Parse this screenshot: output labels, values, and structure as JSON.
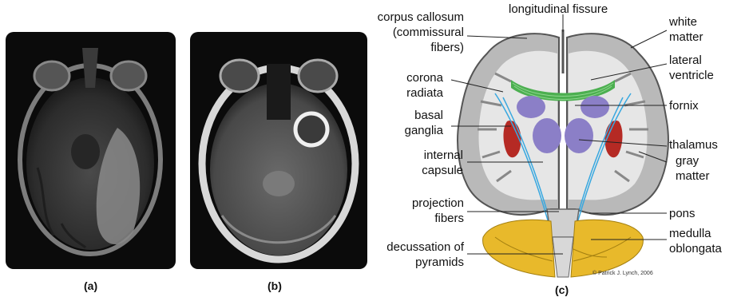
{
  "captions": {
    "a": "(a)",
    "b": "(b)",
    "c": "(c)"
  },
  "labels": {
    "corpus_callosum": [
      "corpus callosum",
      "(commissural",
      "fibers)"
    ],
    "longitudinal_fissure": "longitudinal fissure",
    "white_matter": [
      "white",
      "matter"
    ],
    "lateral_ventricle": [
      "lateral",
      "ventricle"
    ],
    "corona_radiata": [
      "corona",
      "radiata"
    ],
    "fornix": "fornix",
    "basal_ganglia": [
      "basal",
      "ganglia"
    ],
    "thalamus": "thalamus",
    "gray_matter": [
      "gray",
      "matter"
    ],
    "internal_capsule": [
      "internal",
      "capsule"
    ],
    "projection_fibers": [
      "projection",
      "fibers"
    ],
    "pons": "pons",
    "medulla_oblongata": [
      "medulla",
      "oblongata"
    ],
    "decussation_of_pyramids": [
      "decussation of",
      "pyramids"
    ]
  },
  "credit": "© Patrick J. Lynch, 2006",
  "colors": {
    "mri_bg": "#0b0b0b",
    "white_matter": "#e6e6e6",
    "gray_matter": "#b9b9b9",
    "corpus_callosum": "#4caf50",
    "ventricle": "#8b7fc7",
    "basal_ganglia": "#b52a24",
    "projection_fibers": "#38a8e0",
    "cerebellum": "#e8b92b"
  }
}
